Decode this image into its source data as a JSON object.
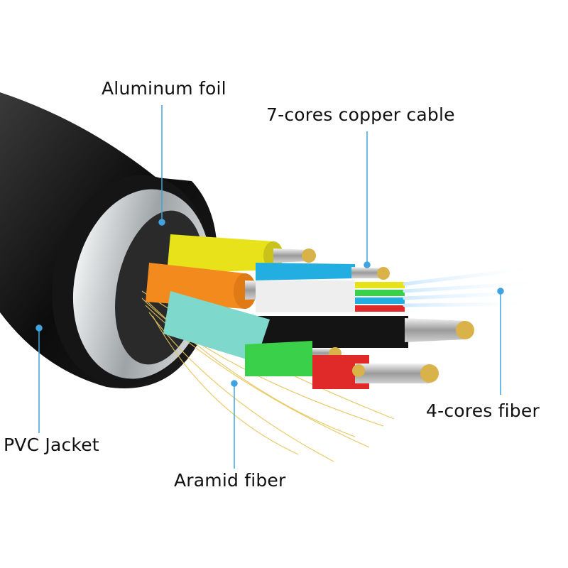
{
  "title": "Fiber optic hybrid cable structure",
  "labels": {
    "aluminum_foil": "Aluminum foil",
    "copper_cable": "7-cores copper cable",
    "fiber": "4-cores fiber",
    "pvc_jacket": "PVC Jacket",
    "aramid_fiber": "Aramid fiber"
  },
  "colors": {
    "leader_line": "#3fa3e0",
    "jacket": "#111111",
    "foil": "#c9ccce",
    "yellow": "#e8e21a",
    "orange": "#f28a1e",
    "cyan": "#22aee0",
    "teal": "#7fd8cc",
    "green": "#3bd04a",
    "red": "#e02a2a",
    "aramid": "#e8c860"
  }
}
